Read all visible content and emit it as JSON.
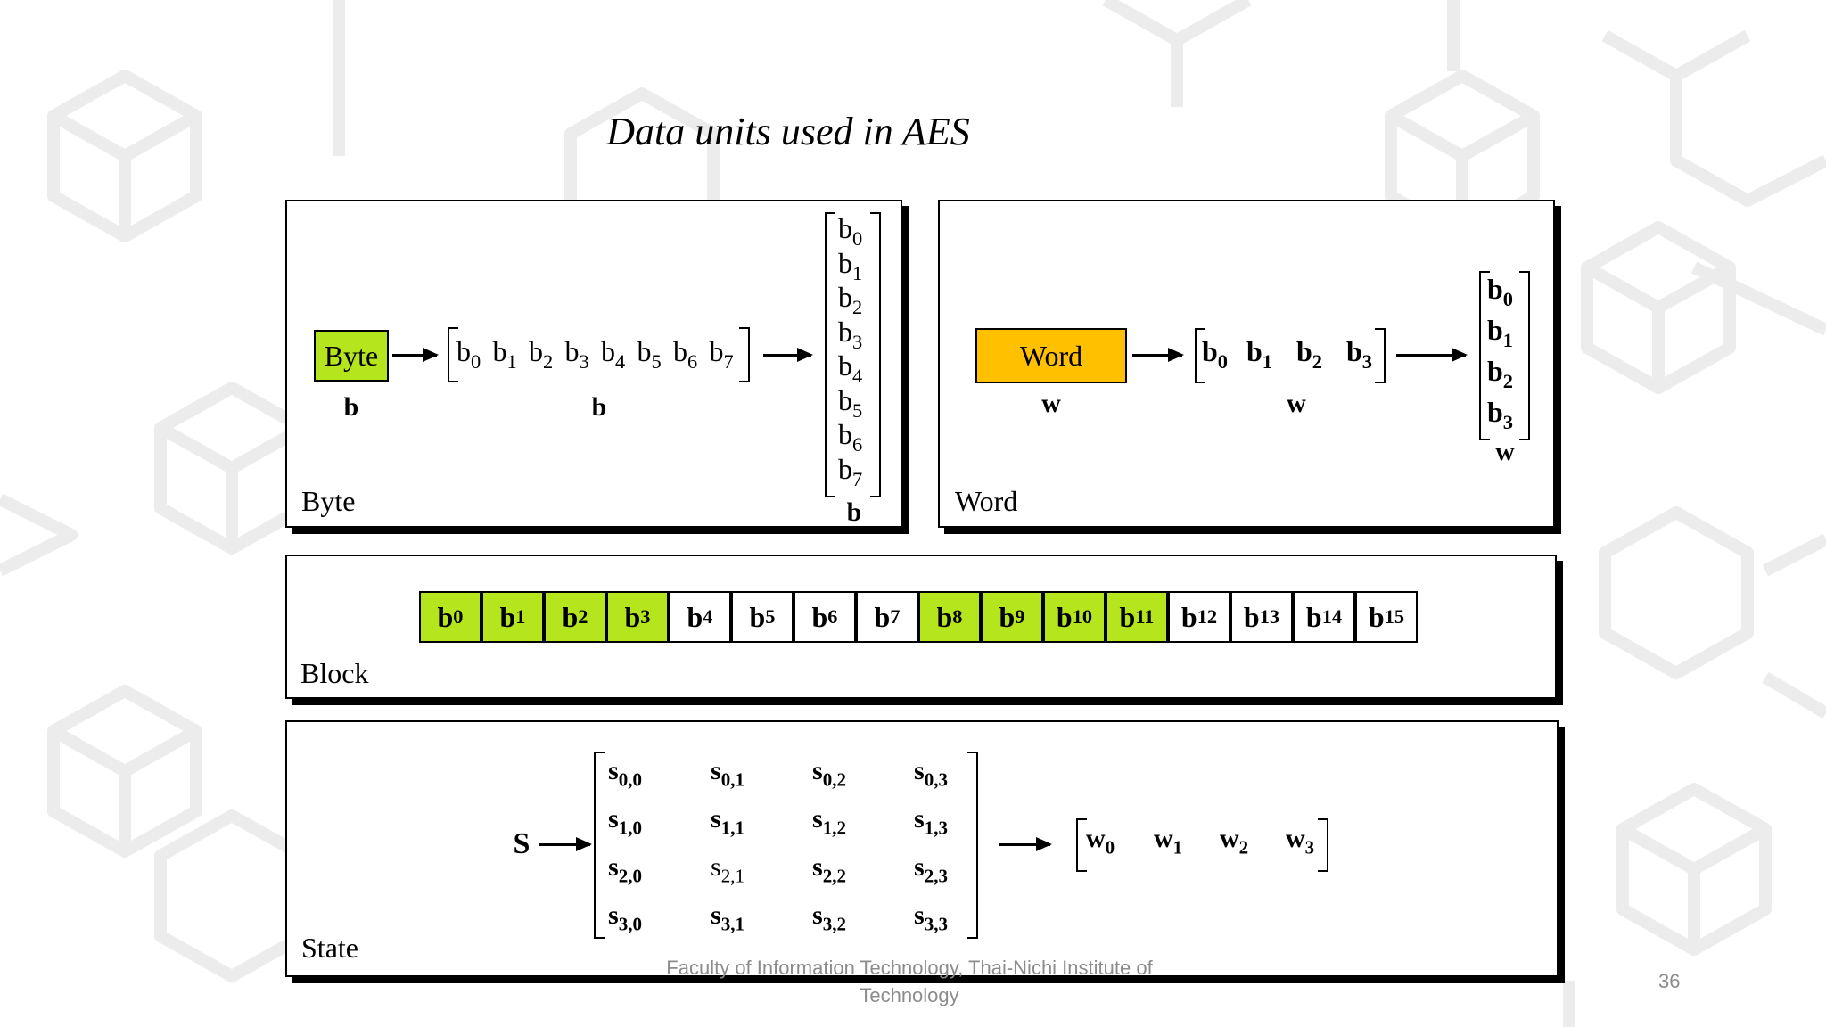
{
  "title": "Data units used in AES",
  "byte_panel": {
    "label": "Byte",
    "box_text": "Byte",
    "box_color": "#b5e61d",
    "var_label": "b",
    "row_bits": [
      "0",
      "1",
      "2",
      "3",
      "4",
      "5",
      "6",
      "7"
    ],
    "row_label": "b",
    "col_bits": [
      "0",
      "1",
      "2",
      "3",
      "4",
      "5",
      "6",
      "7"
    ],
    "col_label": "b"
  },
  "word_panel": {
    "label": "Word",
    "box_text": "Word",
    "box_color": "#ffc000",
    "var_label": "w",
    "row_bytes": [
      "0",
      "1",
      "2",
      "3"
    ],
    "row_label": "w",
    "col_bytes": [
      "0",
      "1",
      "2",
      "3"
    ],
    "col_label": "w"
  },
  "block_panel": {
    "label": "Block",
    "highlight_color": "#b5e61d",
    "cells": [
      {
        "sub": "0",
        "hl": true
      },
      {
        "sub": "1",
        "hl": true
      },
      {
        "sub": "2",
        "hl": true
      },
      {
        "sub": "3",
        "hl": true
      },
      {
        "sub": "4",
        "hl": false
      },
      {
        "sub": "5",
        "hl": false
      },
      {
        "sub": "6",
        "hl": false
      },
      {
        "sub": "7",
        "hl": false
      },
      {
        "sub": "8",
        "hl": true
      },
      {
        "sub": "9",
        "hl": true
      },
      {
        "sub": "10",
        "hl": true
      },
      {
        "sub": "11",
        "hl": true
      },
      {
        "sub": "12",
        "hl": false
      },
      {
        "sub": "13",
        "hl": false
      },
      {
        "sub": "14",
        "hl": false
      },
      {
        "sub": "15",
        "hl": false
      }
    ]
  },
  "state_panel": {
    "label": "State",
    "var_label": "S",
    "matrix": [
      [
        "0,0",
        "0,1",
        "0,2",
        "0,3"
      ],
      [
        "1,0",
        "1,1",
        "1,2",
        "1,3"
      ],
      [
        "2,0",
        "2,1",
        "2,2",
        "2,3"
      ],
      [
        "3,0",
        "3,1",
        "3,2",
        "3,3"
      ]
    ],
    "words": [
      "0",
      "1",
      "2",
      "3"
    ]
  },
  "footer": {
    "line1": "Faculty of Information Technology, Thai-Nichi Institute of",
    "line2": "Technology",
    "page_number": "36"
  }
}
